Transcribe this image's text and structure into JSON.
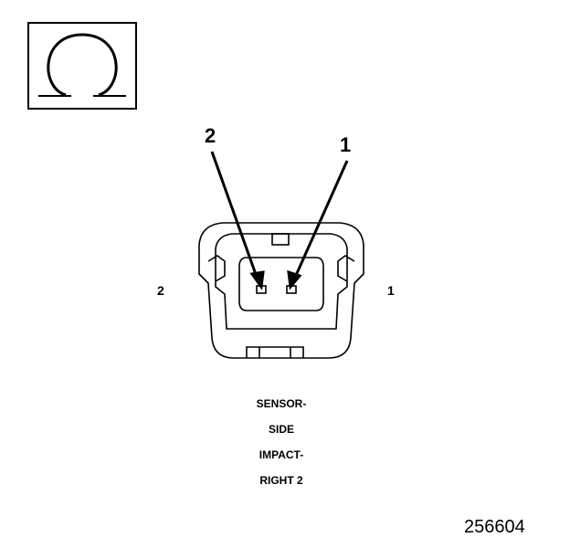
{
  "symbol": {
    "icon": "ohm-icon"
  },
  "arrows": {
    "pin2_label": "2",
    "pin1_label": "1"
  },
  "side_labels": {
    "left": "2",
    "right": "1"
  },
  "caption": {
    "lines": [
      "SENSOR-",
      "SIDE",
      "IMPACT-",
      "RIGHT 2"
    ]
  },
  "figure_id": "256604"
}
